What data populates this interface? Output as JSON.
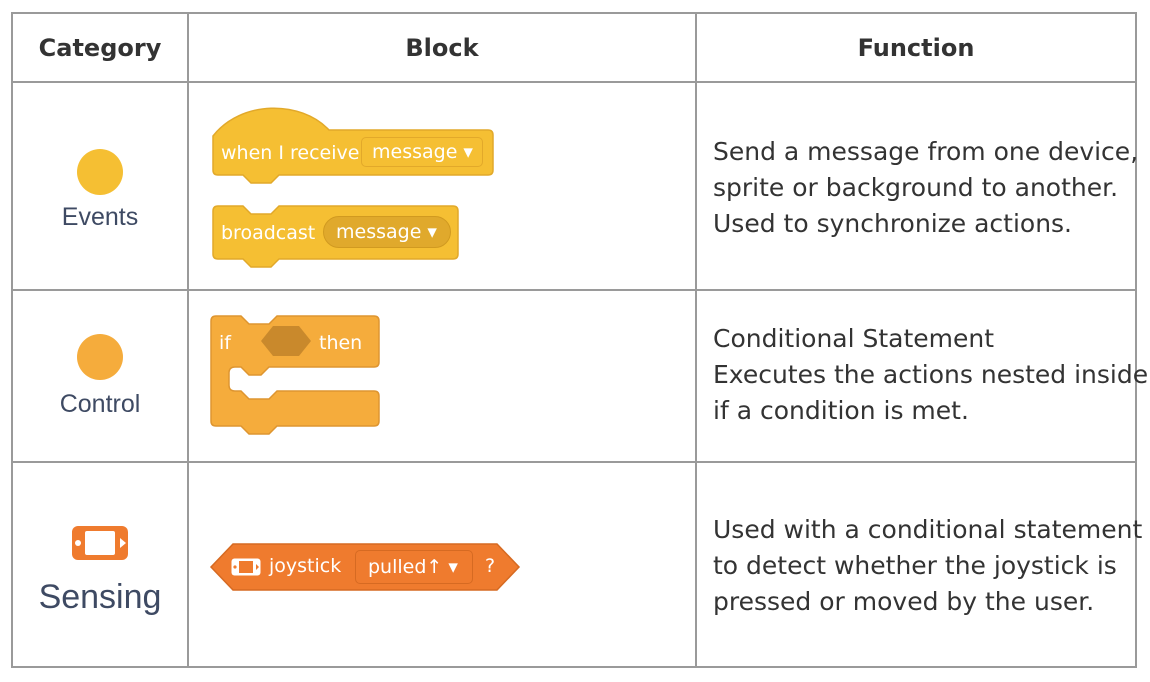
{
  "headers": {
    "category": "Category",
    "block": "Block",
    "function": "Function"
  },
  "rows": [
    {
      "category": "Events",
      "category_color": "#F5BF33",
      "blocks": [
        {
          "text": "when I receive",
          "dropdown": "message ▾"
        },
        {
          "text": "broadcast",
          "dropdown": "message ▾"
        }
      ],
      "function_lines": [
        "Send a message from one device,",
        "sprite or background to another.",
        "Used to synchronize actions."
      ]
    },
    {
      "category": "Control",
      "category_color": "#F5AC3C",
      "blocks": [
        {
          "if": "if",
          "then": "then"
        }
      ],
      "function_lines": [
        "Conditional Statement",
        "Executes the actions nested inside",
        "if a condition is met."
      ]
    },
    {
      "category": "Sensing",
      "category_icon": "joystick-device-icon",
      "category_color": "#EF7B2E",
      "blocks": [
        {
          "text": "joystick",
          "dropdown": "pulled↑ ▾",
          "suffix": "?"
        }
      ],
      "function_lines": [
        "Used with a conditional statement",
        "to detect whether the joystick is",
        "pressed or moved by the user."
      ]
    }
  ],
  "colors": {
    "events_block": "#F5BF33",
    "events_border": "#E2A92A",
    "control_block": "#F5AC3C",
    "control_border": "#DE9530",
    "sensing_block": "#EF7B2E",
    "sensing_border": "#D66A22",
    "grid": "#9A9A9A"
  }
}
